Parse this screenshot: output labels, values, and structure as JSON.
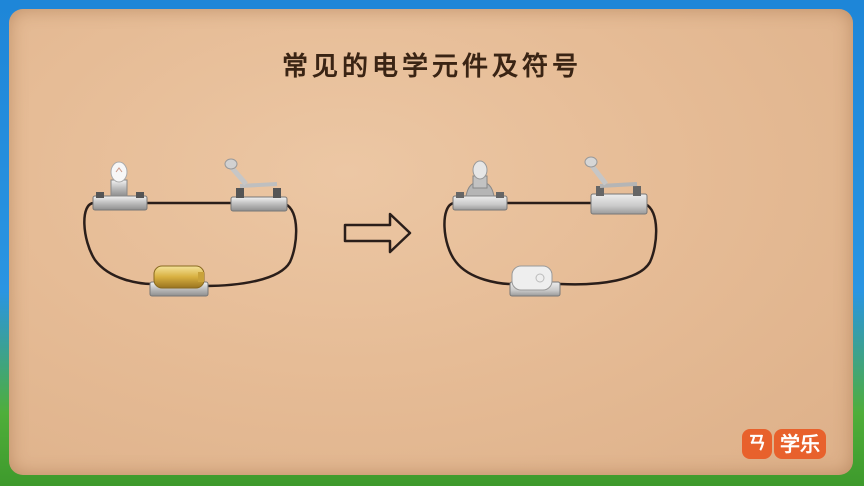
{
  "title": "常见的电学元件及符号",
  "logo": {
    "badge": "ㄢ",
    "text": "学乐"
  }
}
